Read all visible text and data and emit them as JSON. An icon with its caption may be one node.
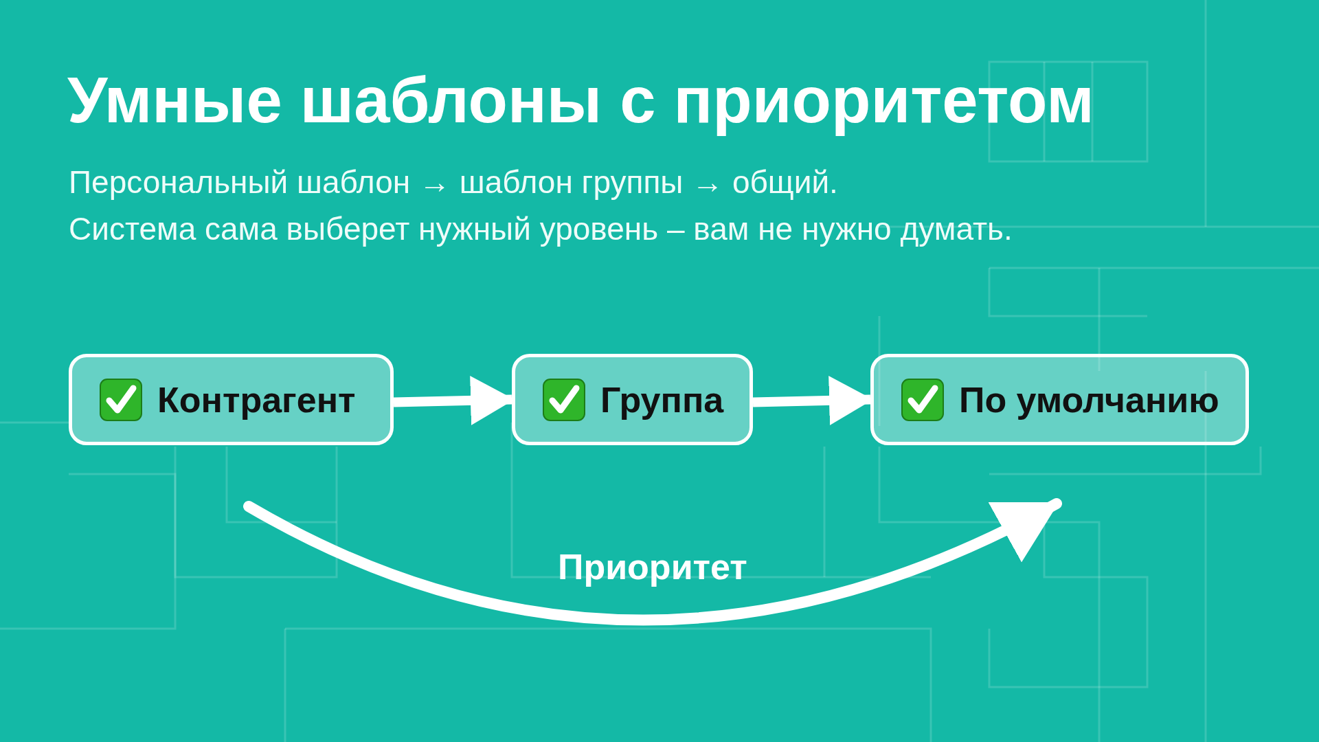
{
  "diagram": {
    "title": "Умные шаблоны с приоритетом",
    "nodes": [
      {
        "text": [
          "Контрагент"
        ]
      },
      {
        "text": [
          "Группа"
        ]
      },
      {
        "text": [
          "По умолчанию"
        ]
      }
    ],
    "edges": [
      {
        "from": 0,
        "to": 1,
        "arrow": "to"
      },
      {
        "from": 1,
        "to": 2,
        "arrow": "to"
      }
    ],
    "labels": [
      "Персональный шаблон → шаблон группы → общий.",
      "Система сама выберет нужный уровень – вам не нужно думать.",
      "Приоритет"
    ]
  }
}
